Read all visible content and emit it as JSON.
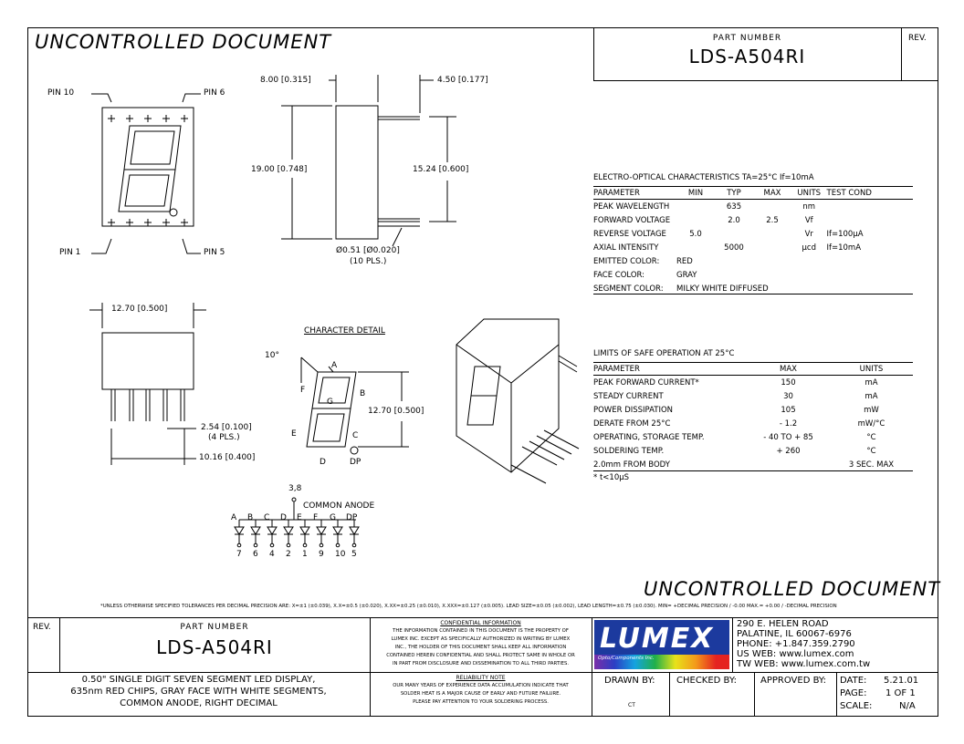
{
  "header": {
    "uncontrolled": "UNCONTROLLED DOCUMENT",
    "part_number_label": "PART NUMBER",
    "part_number": "LDS-A504RI",
    "rev_label": "REV."
  },
  "dimensions": {
    "pin10": "PIN 10",
    "pin6": "PIN 6",
    "pin1": "PIN 1",
    "pin5": "PIN 5",
    "width_top": "8.00 [0.315]",
    "depth_top": "4.50 [0.177]",
    "height": "19.00 [0.748]",
    "lead_span": "15.24 [0.600]",
    "lead_dia": "Ø0.51 [Ø0.020]",
    "lead_dia_note": "(10 PLS.)",
    "bottom_width": "12.70 [0.500]",
    "pitch": "2.54 [0.100]",
    "pitch_note": "(4 PLS.)",
    "row_span": "10.16 [0.400]",
    "char_detail": "CHARACTER DETAIL",
    "slant": "10°",
    "char_height": "12.70 [0.500]",
    "seg_a": "A",
    "seg_b": "B",
    "seg_c": "C",
    "seg_d": "D",
    "seg_e": "E",
    "seg_f": "F",
    "seg_g": "G",
    "seg_dp": "DP"
  },
  "circuit": {
    "common_pins": "3,8",
    "common_anode": "COMMON ANODE",
    "segments": [
      "A",
      "B",
      "C",
      "D",
      "E",
      "F",
      "G",
      "DP"
    ],
    "pins": [
      "7",
      "6",
      "4",
      "2",
      "1",
      "9",
      "10",
      "5"
    ]
  },
  "electro_optical": {
    "title": "ELECTRO-OPTICAL CHARACTERISTICS TA=25°C     If=10mA",
    "headers": [
      "PARAMETER",
      "MIN",
      "TYP",
      "MAX",
      "UNITS",
      "TEST COND"
    ],
    "rows": [
      [
        "PEAK WAVELENGTH",
        "",
        "635",
        "",
        "nm",
        ""
      ],
      [
        "FORWARD VOLTAGE",
        "",
        "2.0",
        "2.5",
        "Vf",
        ""
      ],
      [
        "REVERSE VOLTAGE",
        "5.0",
        "",
        "",
        "Vr",
        "If=100µA"
      ],
      [
        "AXIAL INTENSITY",
        "",
        "5000",
        "",
        "µcd",
        "If=10mA"
      ]
    ],
    "colors": [
      [
        "EMITTED COLOR:",
        "RED"
      ],
      [
        "FACE COLOR:",
        "GRAY"
      ],
      [
        "SEGMENT COLOR:",
        "MILKY WHITE DIFFUSED"
      ]
    ]
  },
  "safe_operation": {
    "title": "LIMITS OF SAFE OPERATION AT 25°C",
    "headers": [
      "PARAMETER",
      "MAX",
      "UNITS"
    ],
    "rows": [
      [
        "PEAK FORWARD CURRENT*",
        "150",
        "mA"
      ],
      [
        "STEADY CURRENT",
        "30",
        "mA"
      ],
      [
        "POWER DISSIPATION",
        "105",
        "mW"
      ],
      [
        "DERATE FROM 25°C",
        "- 1.2",
        "mW/°C"
      ],
      [
        "OPERATING, STORAGE TEMP.",
        "- 40 TO + 85",
        "°C"
      ],
      [
        "SOLDERING TEMP.",
        "+ 260",
        "°C"
      ],
      [
        "2.0mm FROM BODY",
        "",
        "3 SEC. MAX"
      ]
    ],
    "footnote": "* t<10µS"
  },
  "tolerance_note": "*UNLESS OTHERWISE SPECIFIED TOLERANCES PER DECIMAL PRECISION ARE: X=±1 (±0.039), X.X=±0.5 (±0.020), X.XX=±0.25 (±0.010), X.XXX=±0.127 (±0.005).  LEAD SIZE=±0.05 (±0.002), LEAD LENGTH=±0.75 (±0.030). MIN= +DECIMAL PRECISION / -0.00   MAX.= +0.00 / -DECIMAL PRECISION",
  "title_block": {
    "rev_label": "REV.",
    "part_number_label": "PART NUMBER",
    "part_number": "LDS-A504RI",
    "description": [
      "0.50\" SINGLE DIGIT SEVEN SEGMENT LED DISPLAY,",
      "635nm RED CHIPS, GRAY FACE WITH WHITE SEGMENTS,",
      "COMMON ANODE, RIGHT DECIMAL"
    ],
    "confidential_title": "CONFIDENTIAL INFORMATION",
    "confidential_text": [
      "THE INFORMATION CONTAINED IN THIS DOCUMENT IS THE PROPERTY OF",
      "LUMEX INC. EXCEPT AS SPECIFICALLY AUTHORIZED IN WRITING BY LUMEX",
      "INC., THE HOLDER OF THIS DOCUMENT SHALL KEEP ALL INFORMATION",
      "CONTAINED HEREIN CONFIDENTIAL AND SHALL PROTECT SAME IN WHOLE OR",
      "IN PART FROM DISCLOSURE AND DISSEMINATION TO ALL THIRD PARTIES."
    ],
    "reliability_title": "RELIABILITY NOTE",
    "reliability_text": [
      "OUR MANY YEARS OF EXPERIENCE DATA ACCUMULATION INDICATE THAT",
      "SOLDER HEAT IS A MAJOR CAUSE OF EARLY AND FUTURE FAILURE.",
      "PLEASE PAY ATTENTION TO YOUR SOLDERING PROCESS."
    ],
    "logo": "LUMEX",
    "logo_tagline": "Opto/Components Inc.",
    "address": [
      "290 E. HELEN ROAD",
      "PALATINE, IL  60067-6976",
      "PHONE: +1.847.359.2790",
      "US WEB: www.lumex.com",
      "TW WEB: www.lumex.com.tw"
    ],
    "drawn_by_label": "DRAWN BY:",
    "drawn_by": "CT",
    "checked_by_label": "CHECKED BY:",
    "approved_by_label": "APPROVED BY:",
    "date_label": "DATE:",
    "date": "5.21.01",
    "page_label": "PAGE:",
    "page": "1 OF 1",
    "scale_label": "SCALE:",
    "scale": "N/A"
  }
}
